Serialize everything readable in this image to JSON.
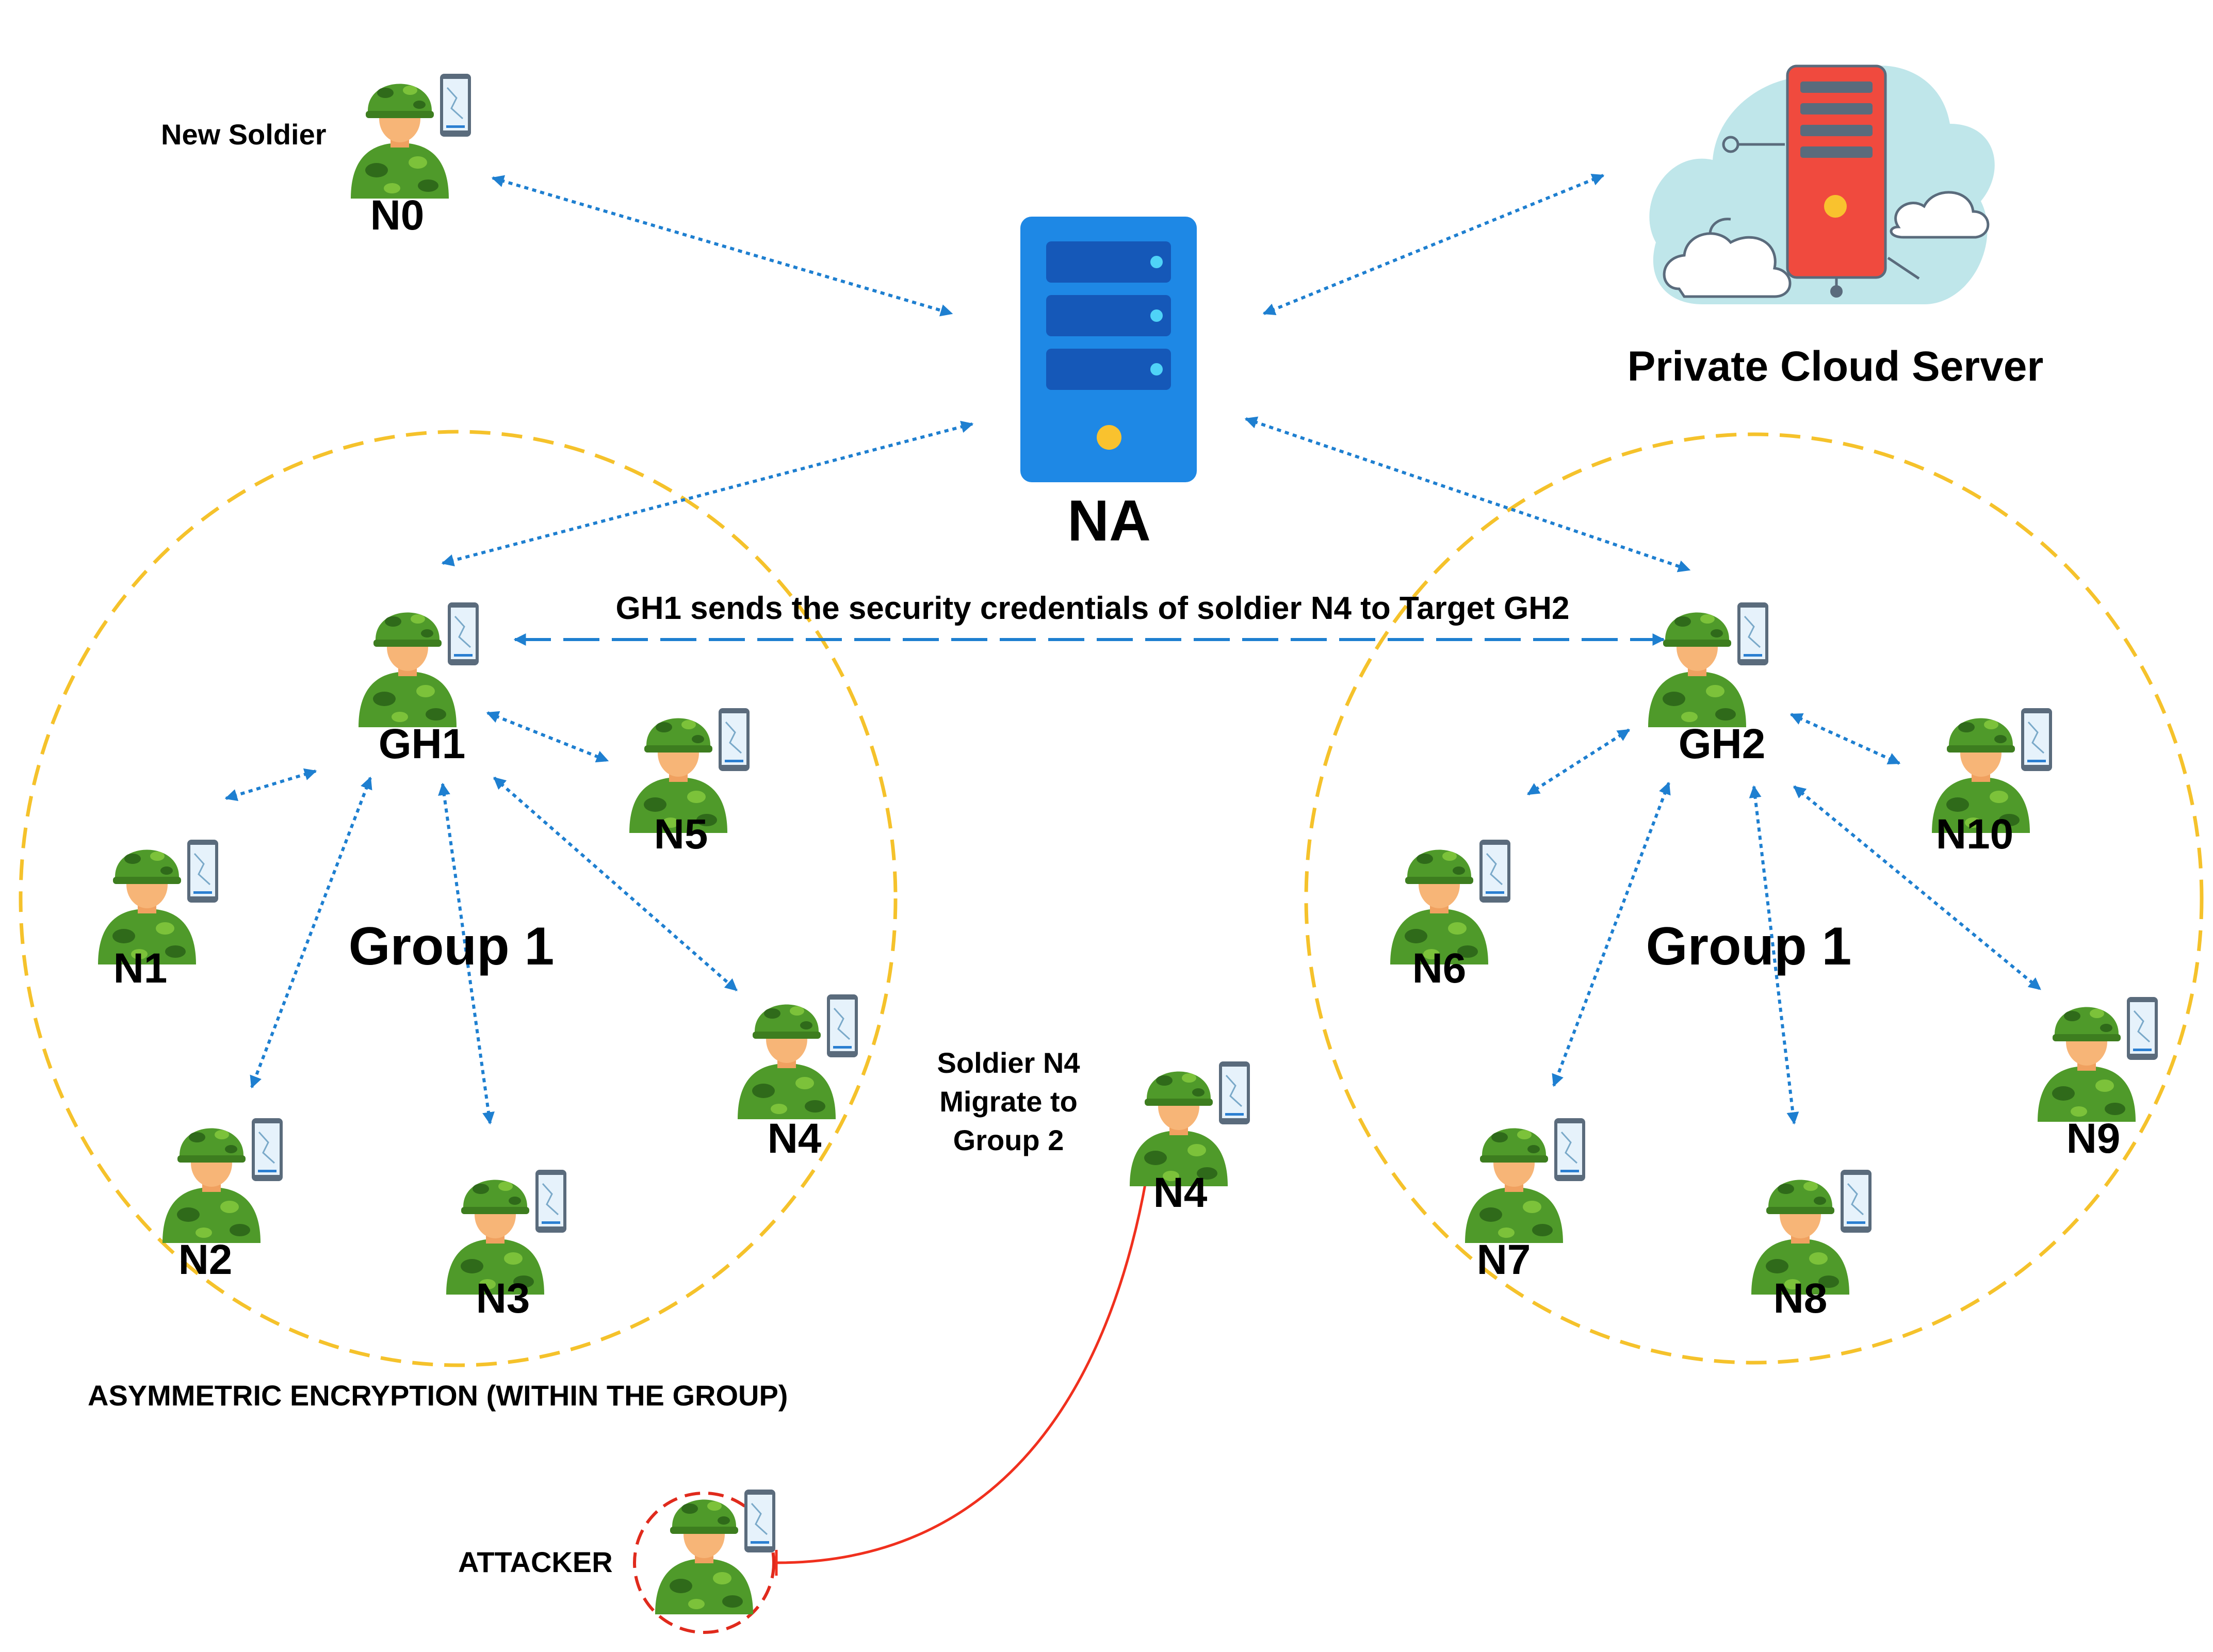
{
  "colors": {
    "link": "#1e7fd0",
    "group_boundary": "#f5c22b",
    "attack": "#f0301e",
    "server_body": "#1e88e5",
    "cloud_server": "#f04a3e",
    "cloud": "#bfe6ea"
  },
  "labels": {
    "new_soldier": "New Soldier",
    "n0": "N0",
    "na": "NA",
    "cloud_server": "Private Cloud Server",
    "credentials_message": "GH1 sends the security credentials of soldier N4 to Target GH2",
    "gh1": "GH1",
    "gh2": "GH2",
    "group_left": "Group 1",
    "group_right": "Group 1",
    "n1": "N1",
    "n2": "N2",
    "n3": "N3",
    "n4": "N4",
    "n5": "N5",
    "n6": "N6",
    "n7": "N7",
    "n8": "N8",
    "n9": "N9",
    "n10": "N10",
    "migrating_n4": "N4",
    "migrate_line1": "Soldier N4",
    "migrate_line2": "Migrate to",
    "migrate_line3": "Group 2",
    "encryption_note": "ASYMMETRIC ENCRYPTION (WITHIN THE GROUP)",
    "attacker": "ATTACKER"
  },
  "icons": {
    "soldier": "soldier-with-tablet-icon",
    "server": "server-icon",
    "cloud_server": "cloud-server-icon"
  }
}
